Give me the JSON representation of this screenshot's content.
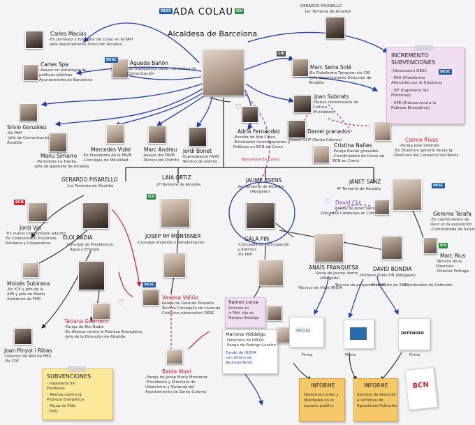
{
  "title": {
    "name": "ADA COLAU",
    "role": "Alcaldesa de Barcelona"
  },
  "people": {
    "carles_macias": {
      "name": "Carles Macías",
      "role1": "-Ex portavoz y fundador de Colau en la PAH",
      "role2": "-Jefe departamento Dirección Alcaldía"
    },
    "carles_spa": {
      "name": "Carles Spa",
      "role1": "-Asesor en estrategia de",
      "role2": "políticas públicas",
      "role3": "Ayuntamiento de Barcelona"
    },
    "agueda_banon": {
      "name": "Águeda Bañón",
      "role1": "-Ex trabajadora DESC - Directora de",
      "role2": "Comunicación"
    },
    "gerardo_pisarello_top": {
      "name": "GERARDO PISARELLO",
      "role": "1er Teniente de Alcaldía"
    },
    "marc_serra": {
      "name": "Marc Serra Solé",
      "role1": "-Ex Plataforma Tanquem els CIE",
      "role2": "-Jefe departamento Dirección de",
      "role3": "Alcaldía"
    },
    "silvio_gonzalez": {
      "name": "Silvio González",
      "role1": "-Ex PAH",
      "role2": "-Jefe de Comunicación de",
      "role3": "Alcaldía"
    },
    "joan_subirats": {
      "name": "Joan Subirats",
      "role1": "-Nuevo comisionado de",
      "role2": "Cultura",
      "role3": "(Fundador)"
    },
    "manu_simarro": {
      "name": "Manu Simarro",
      "role1": "-Periodista La Tuerka",
      "role2": "-Jefe de gabinete de Alcaldía"
    },
    "mercedes_vidal": {
      "name": "Mercedes Vidal",
      "role1": "-Ex Presidenta de la FAVB",
      "role2": "-Concejala de Movilidad"
    },
    "marc_andreu": {
      "name": "Marc Andreu",
      "role1": "-Asesor del FAVB",
      "role2": "-Técnico de Distrito"
    },
    "jordi_bonet": {
      "name": "Jordi Bonet",
      "role1": "-Expresidente FAVB",
      "role2": "-Técnico de distrito"
    },
    "ada_fernandez": {
      "name": "Adriá Fernández",
      "role1": "-Escolta de Ada Colau",
      "role2": "-Estudiante investigaciones y",
      "role3": "Políticas en BCN en Comú"
    },
    "daniel_granados": {
      "name": "Daniel granados",
      "role": "-Asesor CUP (Santa Coloma)"
    },
    "cristina_nanes": {
      "name": "Cristina Nañes",
      "role1": "-Pareja Daniel granados",
      "role2": "-Coordinadora de Comú de",
      "role3": "BCN en Comú"
    },
    "carme_rivas": {
      "name": "Carme Rivas",
      "role1": "-Pareja Joan Subirats",
      "role2": "-Ex Directora general de las Ig",
      "role3": "-Directora del Consorcio del Besòs"
    },
    "gerardo_pisarello": {
      "name": "GERARDO PISARELLO",
      "role": "1er Teniente de Alcaldía"
    },
    "laia_ortiz": {
      "name": "LAIA ORTIZ",
      "role": "2ª Teniente de Alcaldía"
    },
    "jaume_asens": {
      "name": "JAUME ASENS",
      "role1": "3er Teniente de Alcaldía",
      "role2": "(Abogado)"
    },
    "janet_sanz": {
      "name": "JANET SANZ",
      "role": "4ª Teniente de Alcaldía"
    },
    "david_cid": {
      "name": "David Cid",
      "role1": "-Pareja de Janet Sanz",
      "role2": "-Diputado Catalunya en Comú"
    },
    "gemma_tarafa": {
      "name": "Gemma Tarafa",
      "role1": "-Ex coordinadora de",
      "role2": "Desc en la exposición",
      "role3": "-Comisionada de Salud"
    },
    "jordi_via": {
      "name": "Jordi Via",
      "role1": "-Ex nuevo comisionado adjunto",
      "role2": "Ex Comisionado Economía",
      "role3": "Solidaria y Cooperativa"
    },
    "eloi_badia": {
      "name": "ELOI BADIA",
      "role1": "-Concejal de Presidencia,",
      "role2": "Agua y Energía"
    },
    "josep_montaner": {
      "name": "JOSEP Mª MONTANER",
      "role": "-Concejal Vivienda y Rehabilitación"
    },
    "gala_pin": {
      "name": "GALA PIN",
      "role1": "-Concejala de Participación",
      "role2": "y distritos",
      "role3": "-Ex PAH"
    },
    "marc_rius": {
      "name": "Marc Rius",
      "role1": "-Técnico de la",
      "role2": "Dirección",
      "role3": "-Director Prófuga"
    },
    "moises_subirana": {
      "name": "Moisés Subirana",
      "role1": "-Ex ICV y Jefe de la",
      "role2": "APE y jefe de Medio",
      "role3": "Ambiente de FMS"
    },
    "vanesa_valino": {
      "name": "Vanesa Valiño",
      "role1": "-Pareja de Gerardo Pisarello",
      "role2": "-Técnica Concejalía de vivienda",
      "role3": "-Colectivo observatori DESC"
    },
    "tatiana_guerrero": {
      "name": "Tatiana Guerrero",
      "role1": "-Pareja de Eloi Badia",
      "role2": "-Ex Alianza contra la Pobreza Energética",
      "role3": "-Jefa de la Dirección de Alcaldía"
    },
    "joan_pinyol": {
      "name": "Joan Pinyol i Ribas",
      "role1": "-Director de RRII de FMS",
      "role2": "-Ex CDC"
    },
    "ramon_lorza": {
      "name": "Ramon Lorza",
      "role": "Activista en la PAH"
    },
    "anais_franquesa": {
      "name": "ANAÏS FRANQUESA",
      "role1": "-Socia de Jaume Asens",
      "role2": "(Abogada)"
    },
    "david_bondia": {
      "name": "DAVID BONDIA",
      "role1": "-Profesor Drets UB (Abogado)"
    },
    "mariona_hiddalgo": {
      "name": "Mariona Hiddalgo",
      "role1": "-Directora de IRÍDIA",
      "role2": "-Pareja de Rodrigo Lancho"
    },
    "baida_muel": {
      "name": "Baida Muel",
      "role1": "-Pareja de Josep María Montaner",
      "role2": "-Presidenta y Directora de",
      "role3": "Urbanismo y Vivienda del",
      "role4": "Ayuntamiento de Santa Coloma"
    }
  },
  "notes": {
    "incremento": {
      "title1": "INCREMENTO",
      "title2": "SUBVENCIONES",
      "l1": "-Observatori DESC",
      "l2": "- PAH (Plataforma",
      "l3": "Afectados por la Hipoteca)",
      "l4": "- ISF (Ingeniería Sin",
      "l5": "Fronteras)",
      "l6": "- APE (Alianza contra la",
      "l7": "Pobreza Energética)"
    },
    "subvenciones": {
      "title": "SUBVENCIONES",
      "l1": "- Ingeniería Sin",
      "l2": "Fronteras",
      "l3": "- Alianza contra la",
      "l4": "Pobreza Energética",
      "l5": "- Aigua és Vida",
      "l6": "- FMS"
    },
    "informe1": {
      "title": "INFORME",
      "l1": "Derechos civiles y",
      "l2": "libertades en el",
      "l3": "espacio público"
    },
    "informe2": {
      "title": "INFORME",
      "l1": "Servicio de Atención",
      "l2": "a Víctimas de",
      "l3": "Agresiones Policiales"
    },
    "ramon_note": {
      "l1": "Activista en",
      "l2": "la PAH, hijo de",
      "l3": "Mariona Hiddalgo"
    },
    "mariona_note": {
      "l1": "Fundó de IRÍDIA",
      "l2": "con dinero de",
      "l3": "Ayuntamiento"
    }
  },
  "labels": {
    "firma1": "Firma",
    "firma2": "Firma",
    "firma3": "Firma",
    "tec_viaje": "-Técnico de Viaje IRÍDIA",
    "tec_proyectos": "-Técnica de proyectos IDHC",
    "presidente": "-Presidente de IDHC",
    "coordinador": "-Coordinador de Defender",
    "bcn_en_comu": "Barcelona En Comú"
  },
  "logos": {
    "desc": "DESC",
    "icv": "ICV",
    "bcn": "BCN",
    "cie": "CIE",
    "iridia": "IRÍDIA",
    "defender": "DEFENDER"
  },
  "colors": {
    "blue_line": "#1f3fb0",
    "red_line": "#c81e2a",
    "purple_line": "#8a3ab9",
    "black_line": "#222222"
  }
}
